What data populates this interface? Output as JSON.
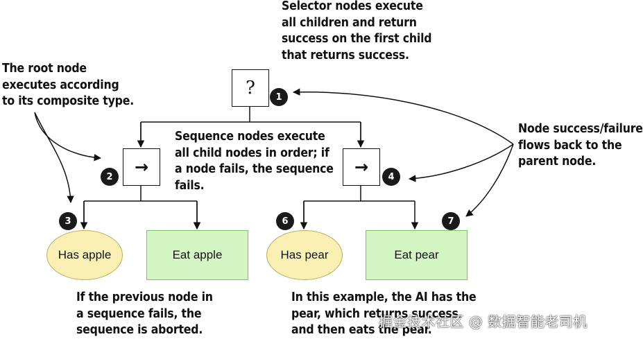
{
  "annotations": {
    "selector": "Selector nodes execute\nall children and return\nsuccess on the first child\nthat returns success.",
    "root": "The root node\nexecutes according\nto its composite type.",
    "sequence": "Sequence nodes execute\nall child nodes in order; if\na node fails, the sequence\nfails.",
    "success_failure": "Node success/failure\nflows back to the\nparent node.",
    "previous": "If the previous node in\na sequence fails, the\nsequence is aborted.",
    "example": "In this example, the AI has the\npear, which returns success,\nand then eats the pear."
  },
  "nodes": {
    "selector": {
      "symbol": "?"
    },
    "sequence_left": {
      "symbol": "→"
    },
    "sequence_right": {
      "symbol": "→"
    },
    "has_apple": {
      "label": "Has apple"
    },
    "eat_apple": {
      "label": "Eat apple"
    },
    "has_pear": {
      "label": "Has pear"
    },
    "eat_pear": {
      "label": "Eat pear"
    }
  },
  "badges": [
    "1",
    "2",
    "3",
    "4",
    "6",
    "7"
  ],
  "watermark": "掘金技术社区 @ 数据智能老司机",
  "colors": {
    "condition_fill": "#fbf0b4",
    "condition_border": "#b9ac5a",
    "action_fill": "#d4f5c4",
    "action_border": "#7fc36b",
    "badge": "#1a1a1a"
  }
}
